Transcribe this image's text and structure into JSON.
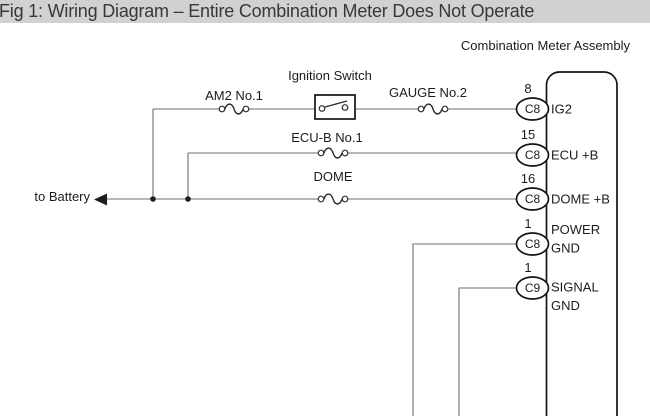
{
  "title": "Fig 1: Wiring Diagram – Entire Combination Meter Does Not Operate",
  "assembly": {
    "label": "Combination Meter Assembly"
  },
  "battery": {
    "label": "to Battery"
  },
  "ignition_switch": {
    "label": "Ignition Switch"
  },
  "fuses": [
    {
      "name": "AM2 No.1"
    },
    {
      "name": "GAUGE No.2"
    },
    {
      "name": "ECU-B No.1"
    },
    {
      "name": "DOME"
    }
  ],
  "pins": [
    {
      "number": "8",
      "connector": "C8",
      "lines": [
        "IG2"
      ]
    },
    {
      "number": "15",
      "connector": "C8",
      "lines": [
        "ECU +B"
      ]
    },
    {
      "number": "16",
      "connector": "C8",
      "lines": [
        "DOME +B"
      ]
    },
    {
      "number": "1",
      "connector": "C8",
      "lines": [
        "POWER",
        "GND"
      ]
    },
    {
      "number": "1",
      "connector": "C9",
      "lines": [
        "SIGNAL",
        "GND"
      ]
    }
  ],
  "colors": {
    "titlebar_bg": "#d1d1d1",
    "title_text": "#383838",
    "wire": "#6e6e6e",
    "component_stroke": "#141414",
    "text": "#1c1c1c",
    "background": "#ffffff"
  }
}
